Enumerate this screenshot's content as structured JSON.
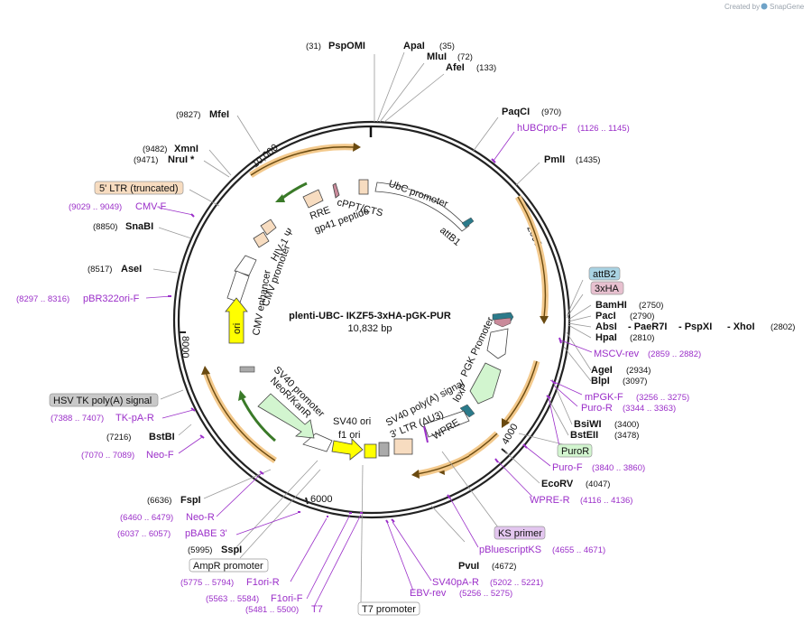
{
  "credit": {
    "prefix": "Created by",
    "brand": "SnapGene"
  },
  "plasmid": {
    "name": "plenti-UBC- IKZF5-3xHA-pGK-PUR",
    "size": "10,832 bp"
  },
  "ruler": [
    {
      "text": "10,000"
    },
    {
      "text": "2000"
    },
    {
      "text": "4000"
    },
    {
      "text": "6000"
    },
    {
      "text": "8000"
    }
  ],
  "enzymes": [
    {
      "num": "(31)",
      "name": "PspOMI"
    },
    {
      "name": "ApaI",
      "num": "(35)"
    },
    {
      "name": "MluI",
      "num": "(72)"
    },
    {
      "name": "AfeI",
      "num": "(133)"
    },
    {
      "name": "PaqCI",
      "num": "(970)"
    },
    {
      "name": "PmlI",
      "num": "(1435)"
    },
    {
      "name": "BamHI",
      "num": "(2750)"
    },
    {
      "name": "PacI",
      "num": "(2790)"
    },
    {
      "name": "AbsI",
      "extra": [
        "- PaeR7I",
        "- PspXI",
        "- XhoI"
      ],
      "num": "(2802)"
    },
    {
      "name": "HpaI",
      "num": "(2810)"
    },
    {
      "name": "AgeI",
      "num": "(2934)"
    },
    {
      "name": "BlpI",
      "num": "(3097)"
    },
    {
      "name": "BsiWI",
      "num": "(3400)"
    },
    {
      "name": "BstEII",
      "num": "(3478)"
    },
    {
      "name": "EcoRV",
      "num": "(4047)"
    },
    {
      "name": "PvuI",
      "num": "(4672)"
    },
    {
      "num": "(5995)",
      "name": "SspI"
    },
    {
      "num": "(6636)",
      "name": "FspI"
    },
    {
      "num": "(7216)",
      "name": "BstBI"
    },
    {
      "num": "(8517)",
      "name": "AseI"
    },
    {
      "num": "(8850)",
      "name": "SnaBI"
    },
    {
      "num": "(9471)",
      "name": "NruI *"
    },
    {
      "num": "(9482)",
      "name": "XmnI"
    },
    {
      "num": "(9827)",
      "name": "MfeI"
    }
  ],
  "primers": [
    {
      "name": "hUBCpro-F",
      "range": "(1126 .. 1145)"
    },
    {
      "name": "MSCV-rev",
      "range": "(2859 .. 2882)"
    },
    {
      "name": "mPGK-F",
      "range": "(3256 .. 3275)"
    },
    {
      "name": "Puro-R",
      "range": "(3344 .. 3363)"
    },
    {
      "name": "Puro-F",
      "range": "(3840 .. 3860)"
    },
    {
      "name": "WPRE-R",
      "range": "(4116 .. 4136)"
    },
    {
      "name": "pBluescriptKS",
      "range": "(4655 .. 4671)"
    },
    {
      "name": "SV40pA-R",
      "range": "(5202 .. 5221)"
    },
    {
      "name": "EBV-rev",
      "range": "(5256 .. 5275)"
    },
    {
      "name": "T7",
      "range": "(5481 .. 5500)"
    },
    {
      "name": "F1ori-F",
      "range": "(5563 .. 5584)"
    },
    {
      "name": "F1ori-R",
      "range": "(5775 .. 5794)"
    },
    {
      "name": "pBABE 3'",
      "range": "(6037 .. 6057)"
    },
    {
      "name": "Neo-R",
      "range": "(6460 .. 6479)"
    },
    {
      "name": "Neo-F",
      "range": "(7070 .. 7089)"
    },
    {
      "name": "TK-pA-R",
      "range": "(7388 .. 7407)"
    },
    {
      "name": "pBR322ori-F",
      "range": "(8297 .. 8316)"
    },
    {
      "name": "CMV-F",
      "range": "(9029 .. 9049)"
    }
  ],
  "boxed_labels": [
    {
      "text": "5' LTR (truncated)",
      "color": "#f7dcc0"
    },
    {
      "text": "attB2",
      "color": "#a9d3e3"
    },
    {
      "text": "3xHA",
      "color": "#e7c0cf"
    },
    {
      "text": "PuroR",
      "color": "#d2f5cf"
    },
    {
      "text": "KS primer",
      "color": "#e3c6ef"
    },
    {
      "text": "AmpR promoter",
      "color": "#ffffff"
    },
    {
      "text": "T7 promoter",
      "color": "#ffffff"
    },
    {
      "text": "HSV TK poly(A) signal",
      "color": "#c9c9c9"
    }
  ],
  "features": [
    {
      "text": "UbC promoter"
    },
    {
      "text": "cPPT/CTS"
    },
    {
      "text": "attB1"
    },
    {
      "text": "RRE"
    },
    {
      "text": "gp41 peptide"
    },
    {
      "text": "HIV-1 Ψ"
    },
    {
      "text": "CMV promoter"
    },
    {
      "text": "CMV enhancer"
    },
    {
      "text": "ori"
    },
    {
      "text": "PGK Promoter"
    },
    {
      "text": "SV40 poly(A) signal"
    },
    {
      "text": "loxP"
    },
    {
      "text": "3' LTR (ΔU3)"
    },
    {
      "text": "WPRE"
    },
    {
      "text": "SV40 promoter"
    },
    {
      "text": "NeoR/KanR"
    },
    {
      "text": "SV40 ori"
    },
    {
      "text": "f1 ori"
    }
  ],
  "colors": {
    "orf_highlight": "#f3c98c",
    "orf_arrow": "#6a4a10",
    "primer": "#9b2fc9",
    "ori": "#ffff00",
    "promoter": "#ffffff"
  }
}
